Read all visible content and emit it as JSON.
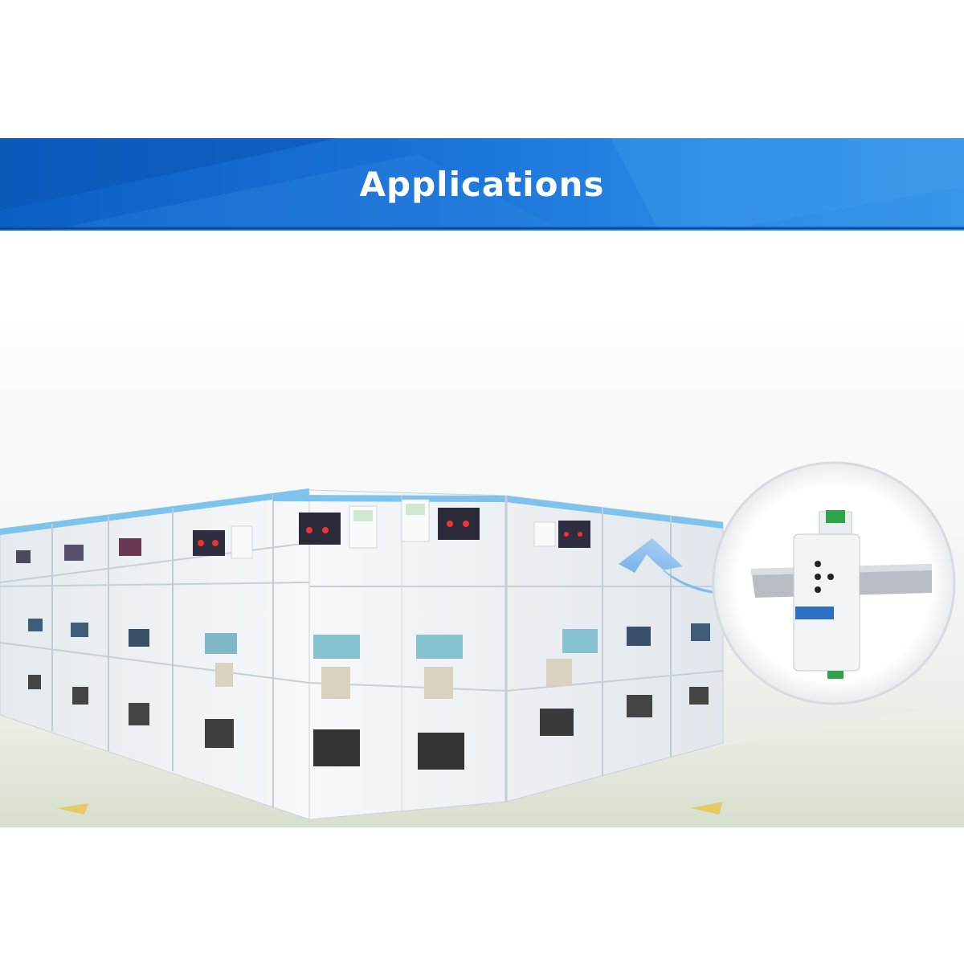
{
  "banner": {
    "title": "Applications"
  },
  "illustration": {
    "subject": "switchgear-cabinet-room",
    "callout": "din-rail-converter-device",
    "arrow_icon": "curved-arrow-icon",
    "colors": {
      "banner": "#1a72d8",
      "cabinet": "#eef2f5",
      "arrow": "#7fb7ea",
      "floor": "#dfe6d8"
    }
  }
}
